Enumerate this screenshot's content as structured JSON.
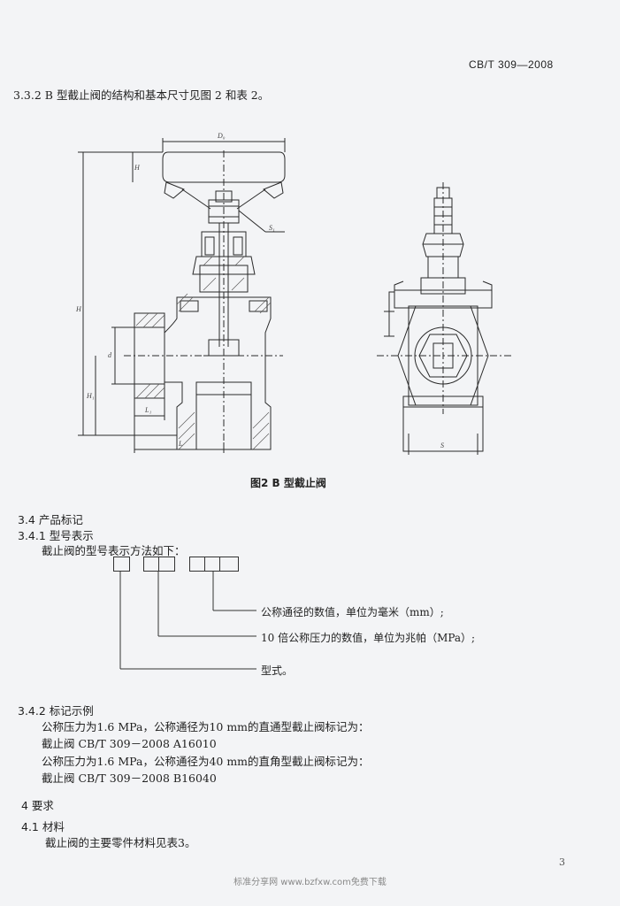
{
  "header": {
    "standard_code": "CB/T 309—2008"
  },
  "section_332": {
    "text": "3.3.2  B 型截止阀的结构和基本尺寸见图 2 和表 2。"
  },
  "figure": {
    "caption": "图2  B 型截止阀",
    "dims": {
      "D0": "D₀",
      "H": "H",
      "h": "H",
      "S1": "S₁",
      "d": "d",
      "H1": "H₁",
      "L1": "L₁",
      "L": "L",
      "S": "S"
    }
  },
  "section_34": {
    "title": "3.4  产品标记"
  },
  "section_341": {
    "title": "3.4.1  型号表示",
    "intro": "截止阀的型号表示方法如下：",
    "legend": [
      "公称通径的数值，单位为毫米（mm）;",
      "10 倍公称压力的数值，单位为兆帕（MPa）;",
      "型式。"
    ]
  },
  "section_342": {
    "title": "3.4.2  标记示例",
    "lines": [
      "公称压力为1.6 MPa，公称通径为10 mm的直通型截止阀标记为：",
      "截止阀  CB/T 309－2008  A16010",
      "公称压力为1.6 MPa，公称通径为40 mm的直角型截止阀标记为：",
      "截止阀  CB/T 309－2008  B16040"
    ]
  },
  "section_4": {
    "title": "4  要求"
  },
  "section_41": {
    "title": "4.1  材料",
    "text": "截止阀的主要零件材料见表3。"
  },
  "page_number": "3",
  "footer": "标准分享网 www.bzfxw.com免费下载"
}
